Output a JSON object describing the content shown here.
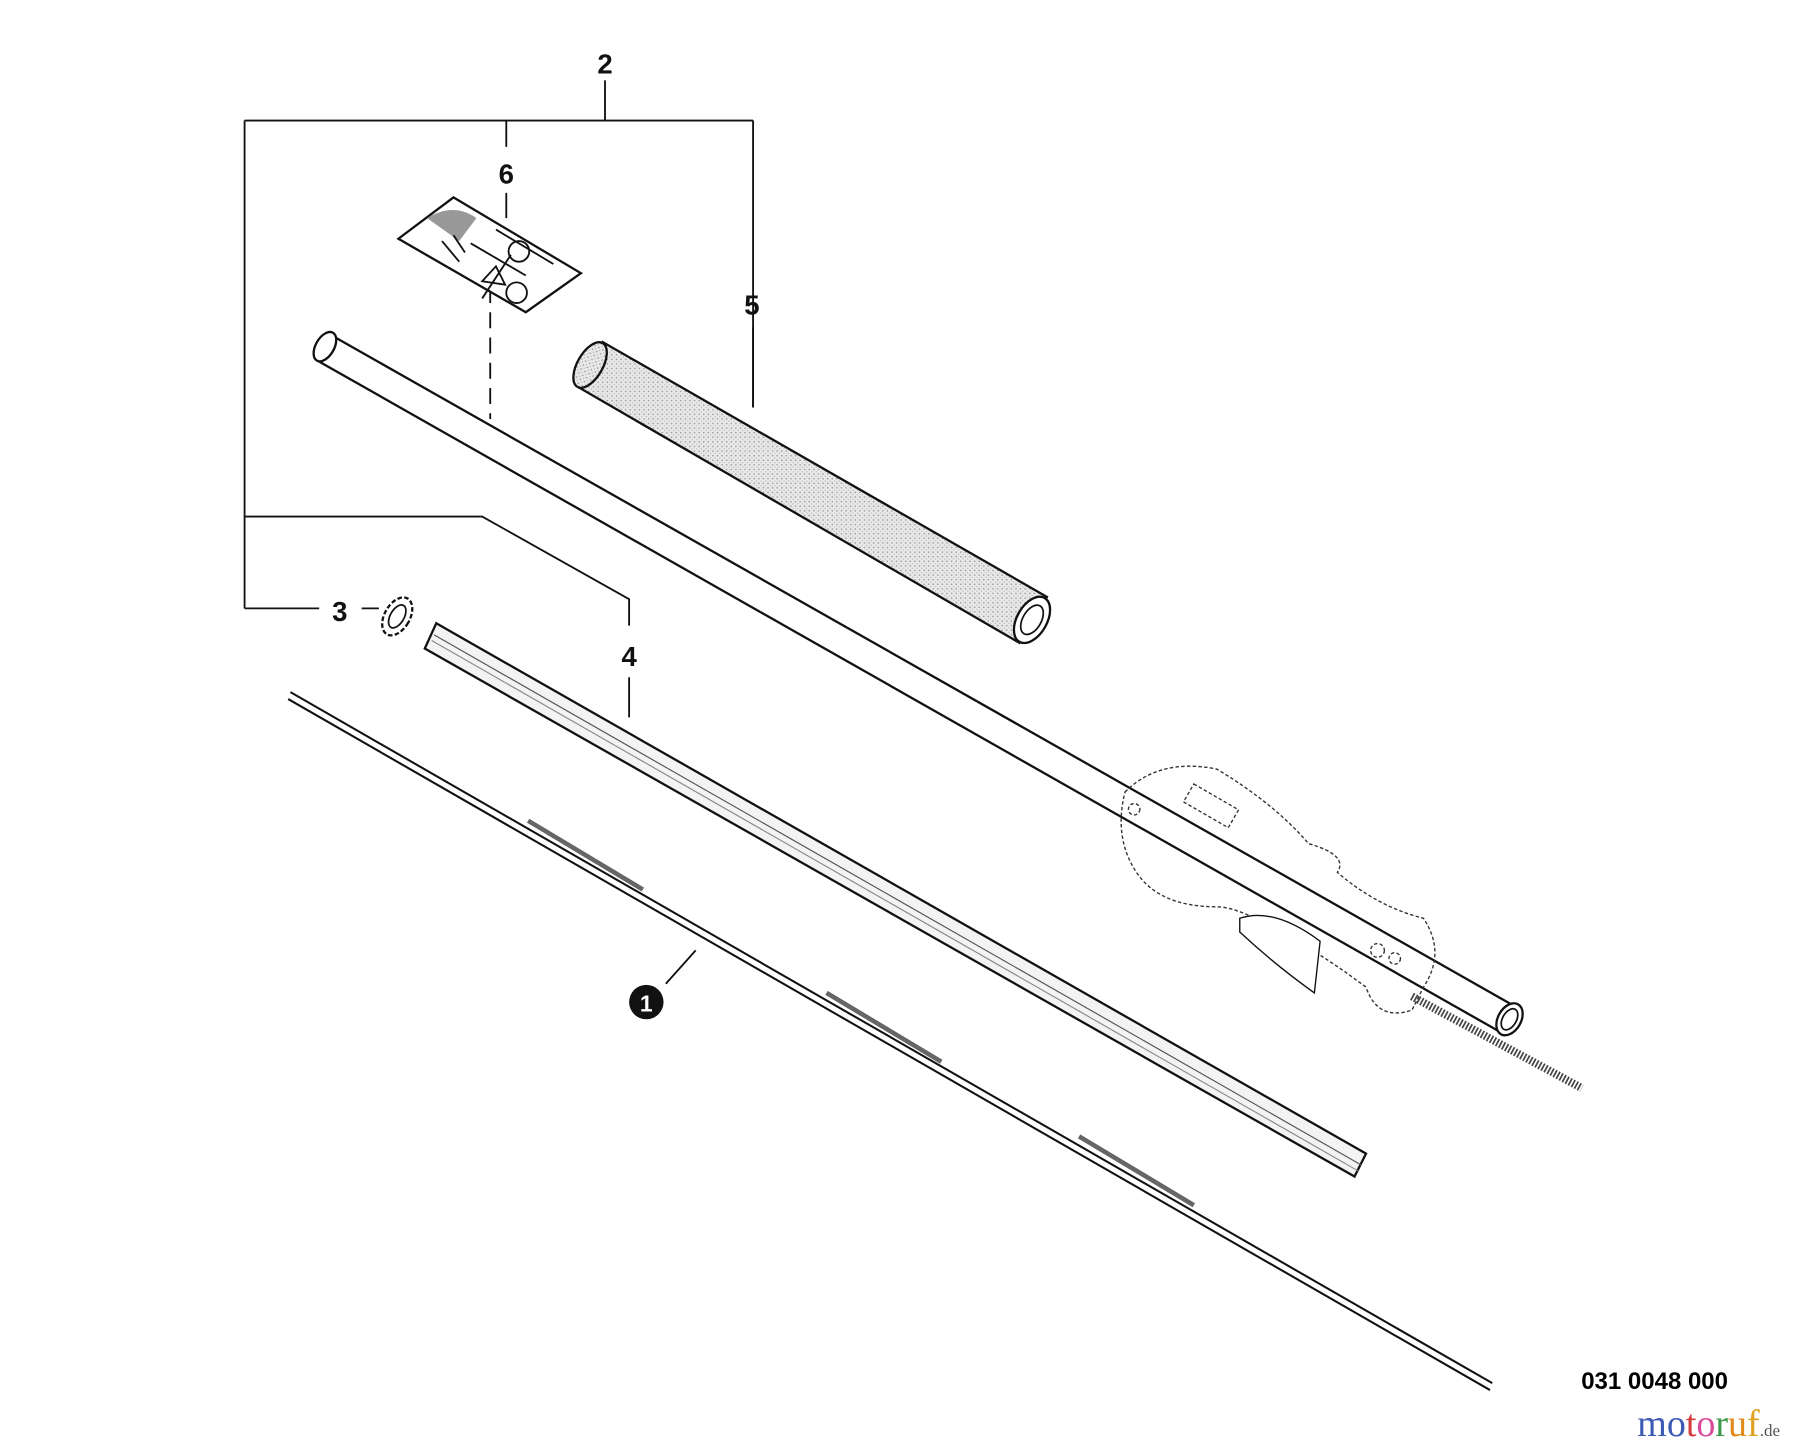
{
  "diagram": {
    "callouts": [
      "1",
      "2",
      "3",
      "4",
      "5",
      "6"
    ],
    "part_number": "031 0048 000"
  },
  "watermark": {
    "letters": [
      "m",
      "o",
      "t",
      "o",
      "r",
      "u",
      "f"
    ],
    "suffix": ".de",
    "colors": [
      "#3b5bb5",
      "#3b5bb5",
      "#d23c3c",
      "#d94c9c",
      "#3a9a4a",
      "#e08a1a",
      "#e0a020"
    ]
  }
}
